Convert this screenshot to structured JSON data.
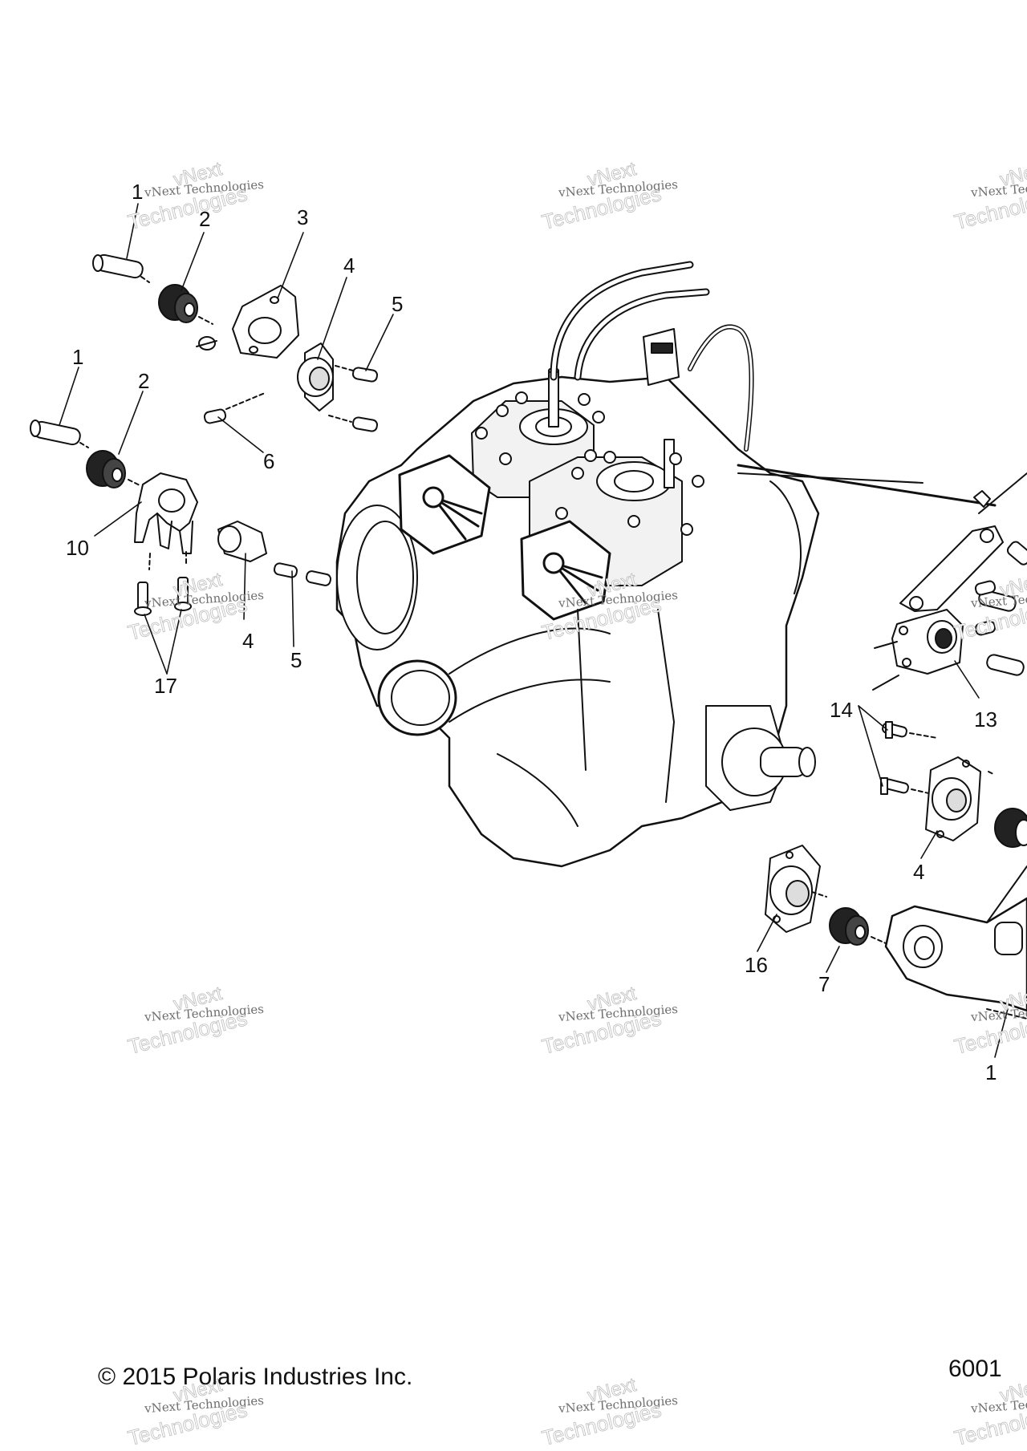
{
  "callouts": [
    {
      "label": "1"
    },
    {
      "label": "2"
    },
    {
      "label": "3"
    },
    {
      "label": "4"
    },
    {
      "label": "5"
    },
    {
      "label": "1"
    },
    {
      "label": "2"
    },
    {
      "label": "6"
    },
    {
      "label": "10"
    },
    {
      "label": "4"
    },
    {
      "label": "5"
    },
    {
      "label": "17"
    },
    {
      "label": "14"
    },
    {
      "label": "13"
    },
    {
      "label": "4"
    },
    {
      "label": "16"
    },
    {
      "label": "7"
    },
    {
      "label": "1"
    }
  ],
  "footer": {
    "copyright": "© 2015 Polaris Industries Inc.",
    "code": "6001"
  },
  "watermark": {
    "brand_top": "vNext",
    "line": "vNext Technologies",
    "brand_bottom": "Technologies"
  }
}
